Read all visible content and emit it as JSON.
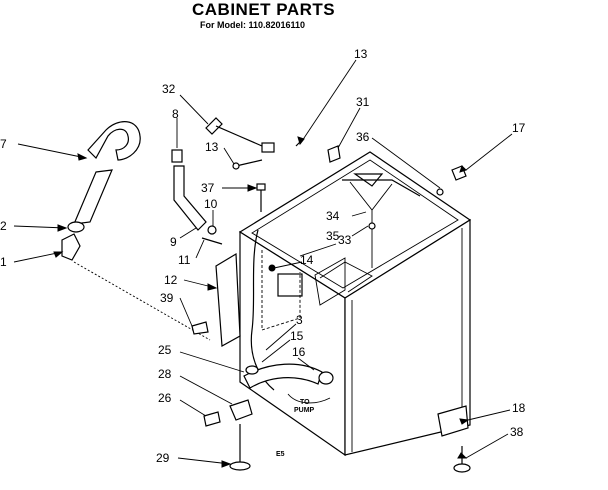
{
  "header": {
    "title": "CABINET PARTS",
    "subtitle": "For Model: 110.82016110"
  },
  "labels": {
    "p1": "1",
    "p2": "2",
    "p3": "3",
    "p7": "7",
    "p8": "8",
    "p9": "9",
    "p10": "10",
    "p11": "11",
    "p12": "12",
    "p13a": "13",
    "p13b": "13",
    "p14": "14",
    "p15": "15",
    "p16": "16",
    "p17": "17",
    "p18": "18",
    "p25": "25",
    "p26": "26",
    "p28": "28",
    "p29": "29",
    "p31": "31",
    "p32": "32",
    "p33": "33",
    "p34": "34",
    "p35": "35",
    "p36": "36",
    "p37": "37",
    "p38": "38",
    "p39": "39"
  },
  "annotations": {
    "to_pump_1": "TO",
    "to_pump_2": "PUMP",
    "code": "E5"
  }
}
